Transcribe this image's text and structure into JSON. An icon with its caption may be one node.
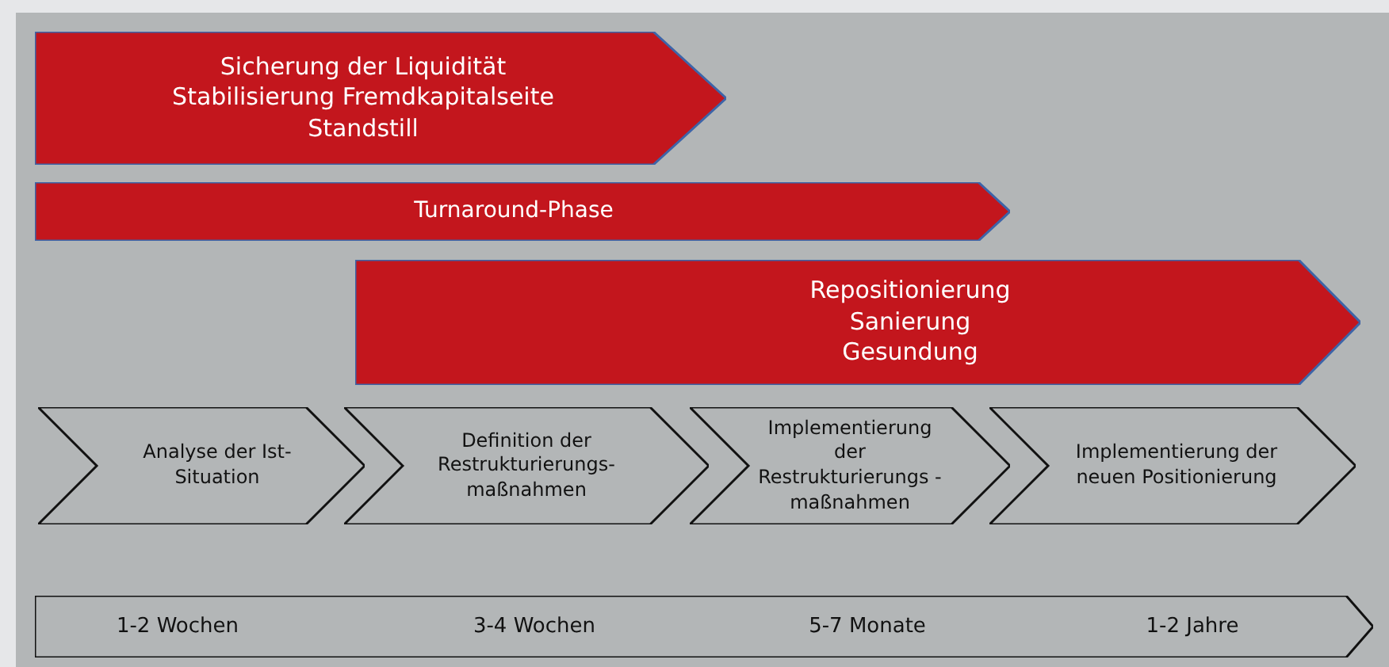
{
  "diagram": {
    "nodes": [
      {
        "text": [
          "Sicherung der Liquidität",
          "Stabilisierung Fremdkapitalseite",
          "Standstill"
        ]
      },
      {
        "text": [
          "Turnaround-Phase"
        ]
      },
      {
        "text": [
          "Repositionierung",
          "Sanierung",
          "Gesundung"
        ]
      },
      {
        "text": [
          "Analyse der Ist-Situation"
        ]
      },
      {
        "text": [
          "Definition der Restrukturierungs-maßnahmen"
        ]
      },
      {
        "text": [
          "Implementierung der Restrukturierungs -maßnahmen"
        ]
      },
      {
        "text": [
          "Implementierung der neuen Positionierung"
        ]
      },
      {
        "text": [
          "1-2 Wochen",
          "3-4 Wochen",
          "5-7 Monate",
          "1-2 Jahre"
        ]
      }
    ]
  }
}
